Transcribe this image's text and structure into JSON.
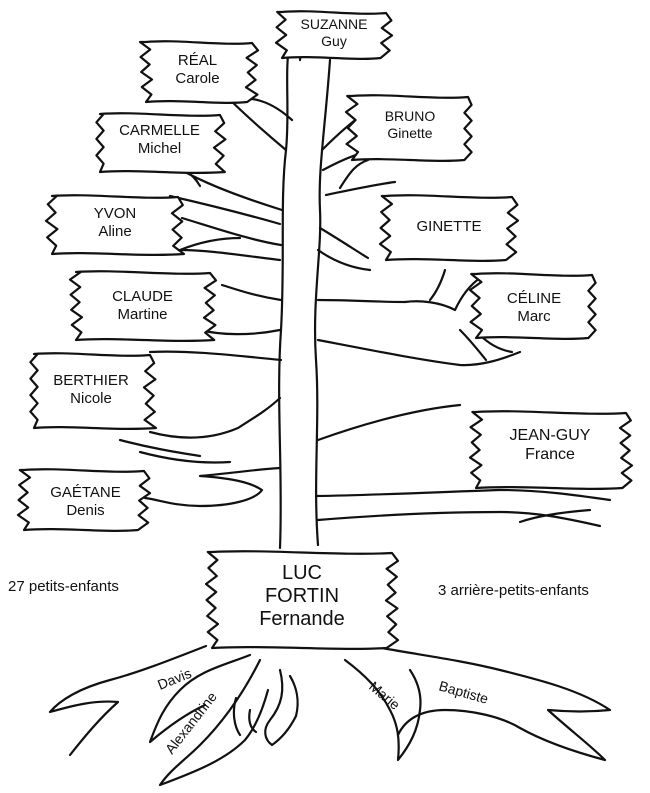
{
  "family": {
    "couple": [
      "LUC",
      "FORTIN",
      "Fernande"
    ],
    "left_note": "27 petits-enfants",
    "right_note": "3 arrière-petits-enfants"
  },
  "children": [
    {
      "id": "suzanne",
      "name": "SUZANNE",
      "spouse": "Guy"
    },
    {
      "id": "real",
      "name": "RÉAL",
      "spouse": "Carole"
    },
    {
      "id": "bruno",
      "name": "BRUNO",
      "spouse": "Ginette"
    },
    {
      "id": "carmelle",
      "name": "CARMELLE",
      "spouse": "Michel"
    },
    {
      "id": "yvon",
      "name": "YVON",
      "spouse": "Aline"
    },
    {
      "id": "ginette",
      "name": "GINETTE",
      "spouse": ""
    },
    {
      "id": "claude",
      "name": "CLAUDE",
      "spouse": "Martine"
    },
    {
      "id": "celine",
      "name": "CÉLINE",
      "spouse": "Marc"
    },
    {
      "id": "berthier",
      "name": "BERTHIER",
      "spouse": "Nicole"
    },
    {
      "id": "jeanguy",
      "name": "JEAN-GUY",
      "spouse": "France"
    },
    {
      "id": "gaetane",
      "name": "GAÉTANE",
      "spouse": "Denis"
    }
  ],
  "great_grandchildren": [
    "Davis",
    "Alexandrine",
    "Marie",
    "Baptiste"
  ]
}
